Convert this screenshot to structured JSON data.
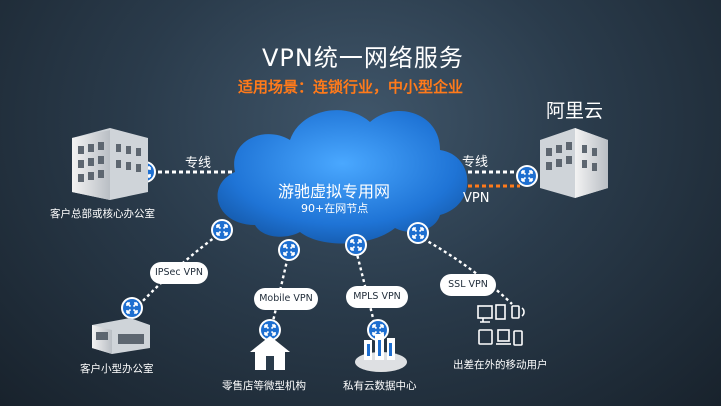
{
  "title": "VPN统一网络服务",
  "subtitle": "适用场景：连锁行业，中小型企业",
  "cloud": {
    "name": "游驰虚拟专用网",
    "sub": "90+在网节点"
  },
  "left_link": {
    "label": "专线"
  },
  "right_link": {
    "top_label": "专线",
    "bottom_label": "VPN"
  },
  "aliyun_label": "阿里云",
  "bubbles": {
    "ipsec": "IPSec VPN",
    "mobile": "Mobile VPN",
    "mpls": "MPLS VPN",
    "ssl": "SSL VPN"
  },
  "sites": {
    "hq": "客户总部或核心办公室",
    "small_office": "客户小型办公室",
    "retail": "零售店等微型机构",
    "private_dc": "私有云数据中心",
    "mobile_users": "出差在外的移动用户"
  },
  "colors": {
    "orange": "#ff7a1a",
    "router": "#1e6fd0",
    "cloud": "#2a7fe0",
    "text": "#ffffff"
  }
}
